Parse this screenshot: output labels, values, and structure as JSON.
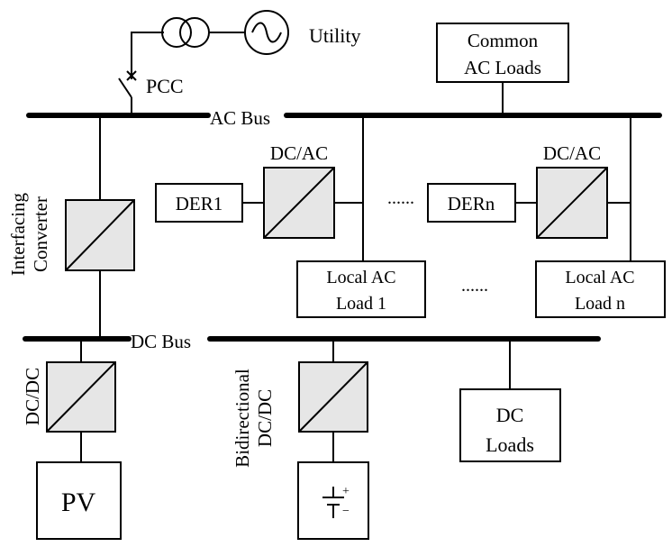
{
  "labels": {
    "utility": "Utility",
    "pcc": "PCC",
    "ac_bus": "AC Bus",
    "dc_bus": "DC Bus",
    "common_ac_loads": [
      "Common",
      "AC Loads"
    ],
    "interfacing_converter": [
      "Interfacing",
      "Converter"
    ],
    "dcac_1": "DC/AC",
    "dcac_n": "DC/AC",
    "der1": "DER1",
    "dern": "DERn",
    "ellipsis_der": "......",
    "ellipsis_load": "......",
    "local_load_1": [
      "Local AC",
      "Load 1"
    ],
    "local_load_n": [
      "Local AC",
      "Load n"
    ],
    "dcdc_pv": "DC/DC",
    "bidirectional_dcdc": [
      "Bidirectional",
      "DC/DC"
    ],
    "dc_loads": [
      "DC",
      "Loads"
    ],
    "pv": "PV",
    "battery_plus": "+",
    "battery_minus": "−"
  }
}
